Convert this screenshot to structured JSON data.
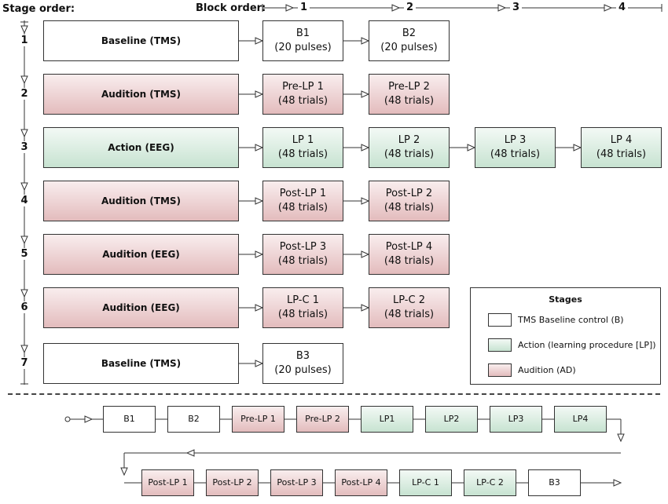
{
  "headers": {
    "stage_order": "Stage order:",
    "block_order": "Block order:"
  },
  "block_numbers": [
    "1",
    "2",
    "3",
    "4"
  ],
  "stages": [
    {
      "number": "1",
      "label": "Baseline (TMS)",
      "kind": "baseline",
      "blocks": [
        {
          "name": "B1",
          "detail": "(20 pulses)"
        },
        {
          "name": "B2",
          "detail": "(20 pulses)"
        }
      ]
    },
    {
      "number": "2",
      "label": "Audition (TMS)",
      "kind": "audition",
      "blocks": [
        {
          "name": "Pre-LP 1",
          "detail": "(48 trials)"
        },
        {
          "name": "Pre-LP 2",
          "detail": "(48 trials)"
        }
      ]
    },
    {
      "number": "3",
      "label": "Action (EEG)",
      "kind": "action",
      "blocks": [
        {
          "name": "LP 1",
          "detail": "(48 trials)"
        },
        {
          "name": "LP 2",
          "detail": "(48 trials)"
        },
        {
          "name": "LP 3",
          "detail": "(48 trials)"
        },
        {
          "name": "LP 4",
          "detail": "(48 trials)"
        }
      ]
    },
    {
      "number": "4",
      "label": "Audition (TMS)",
      "kind": "audition",
      "blocks": [
        {
          "name": "Post-LP 1",
          "detail": "(48 trials)"
        },
        {
          "name": "Post-LP 2",
          "detail": "(48 trials)"
        }
      ]
    },
    {
      "number": "5",
      "label": "Audition (EEG)",
      "kind": "audition",
      "blocks": [
        {
          "name": "Post-LP 3",
          "detail": "(48 trials)"
        },
        {
          "name": "Post-LP 4",
          "detail": "(48 trials)"
        }
      ]
    },
    {
      "number": "6",
      "label": "Audition (EEG)",
      "kind": "audition",
      "blocks": [
        {
          "name": "LP-C 1",
          "detail": "(48 trials)"
        },
        {
          "name": "LP-C 2",
          "detail": "(48 trials)"
        }
      ]
    },
    {
      "number": "7",
      "label": "Baseline (TMS)",
      "kind": "baseline",
      "blocks": [
        {
          "name": "B3",
          "detail": "(20 pulses)"
        }
      ]
    }
  ],
  "legend": {
    "title": "Stages",
    "items": [
      {
        "label": "TMS Baseline control (B)",
        "kind": "baseline"
      },
      {
        "label": "Action (learning procedure [LP])",
        "kind": "action"
      },
      {
        "label": "Audition (AD)",
        "kind": "audition"
      }
    ]
  },
  "sequence": {
    "row1": [
      {
        "label": "B1",
        "kind": "baseline"
      },
      {
        "label": "B2",
        "kind": "baseline"
      },
      {
        "label": "Pre-LP 1",
        "kind": "audition"
      },
      {
        "label": "Pre-LP 2",
        "kind": "audition"
      },
      {
        "label": "LP1",
        "kind": "action"
      },
      {
        "label": "LP2",
        "kind": "action"
      },
      {
        "label": "LP3",
        "kind": "action"
      },
      {
        "label": "LP4",
        "kind": "action"
      }
    ],
    "row2": [
      {
        "label": "Post-LP 1",
        "kind": "audition"
      },
      {
        "label": "Post-LP 2",
        "kind": "audition"
      },
      {
        "label": "Post-LP 3",
        "kind": "audition"
      },
      {
        "label": "Post-LP 4",
        "kind": "audition"
      },
      {
        "label": "LP-C 1",
        "kind": "action"
      },
      {
        "label": "LP-C 2",
        "kind": "action"
      },
      {
        "label": "B3",
        "kind": "baseline"
      }
    ]
  },
  "colors": {
    "baseline": "#ffffff",
    "action": "#c7e3d1",
    "audition": "#e3bcbd",
    "line": "#333333"
  }
}
